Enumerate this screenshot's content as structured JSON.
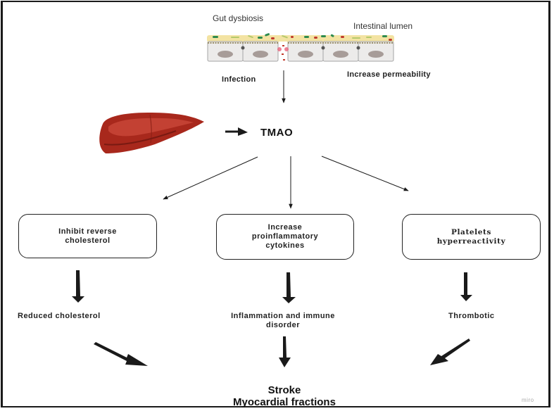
{
  "diagram": {
    "top": {
      "gut_dysbiosis": "Gut dysbiosis",
      "intestinal_lumen": "Intestinal lumen",
      "infection": "Infection",
      "increase_permeability": "Increase permeability"
    },
    "center": {
      "tmao": "TMAO"
    },
    "boxes": [
      {
        "lines": [
          "Inhibit reverse",
          "cholesterol"
        ]
      },
      {
        "lines": [
          "Increase",
          "proinflammatory",
          "cytokines"
        ]
      },
      {
        "lines": [
          "Platelets",
          "hyperreactivity"
        ]
      }
    ],
    "outcomes": [
      {
        "lines": [
          "Reduced cholesterol"
        ]
      },
      {
        "lines": [
          "Inflammation and immune",
          "disorder"
        ]
      },
      {
        "lines": [
          "Thrombotic"
        ]
      }
    ],
    "final": {
      "lines": [
        "Stroke",
        "Myocardial fractions"
      ]
    },
    "watermark": "miro",
    "colors": {
      "liver": "#a8281c",
      "liver_highlight": "#c9473a",
      "cell_fill": "#ecebea",
      "nucleus": "#a79c98",
      "mucus": "#f3e3a2",
      "bacteria_green": "#2e8b4e",
      "bacteria_red": "#c0392b",
      "arrow": "#1a1a1a"
    }
  }
}
